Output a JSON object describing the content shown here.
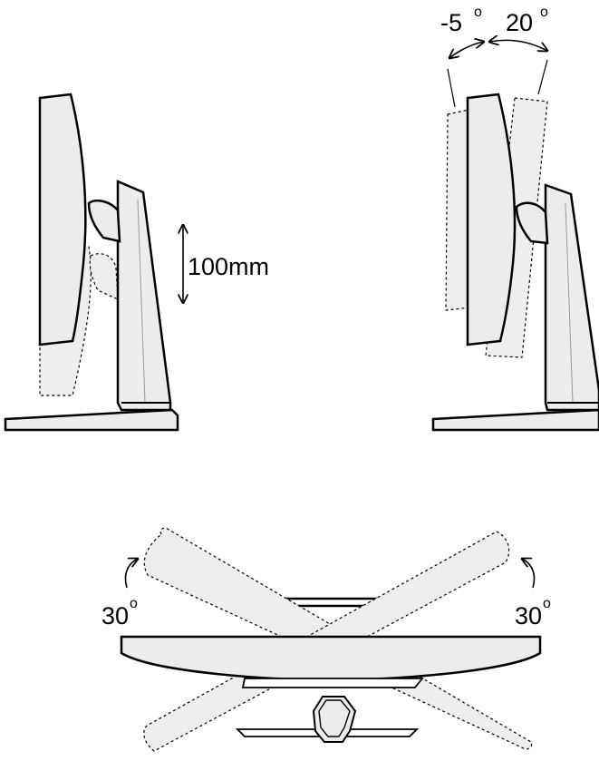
{
  "height_adjust": {
    "value": "100mm"
  },
  "tilt": {
    "forward": "-5",
    "backward": "20",
    "degree_symbol": "o"
  },
  "swivel": {
    "left": "30",
    "right": "30",
    "degree_symbol": "o"
  },
  "colors": {
    "stroke": "#000000",
    "fill": "#ececec",
    "ghost_fill": "#eeeeee"
  }
}
